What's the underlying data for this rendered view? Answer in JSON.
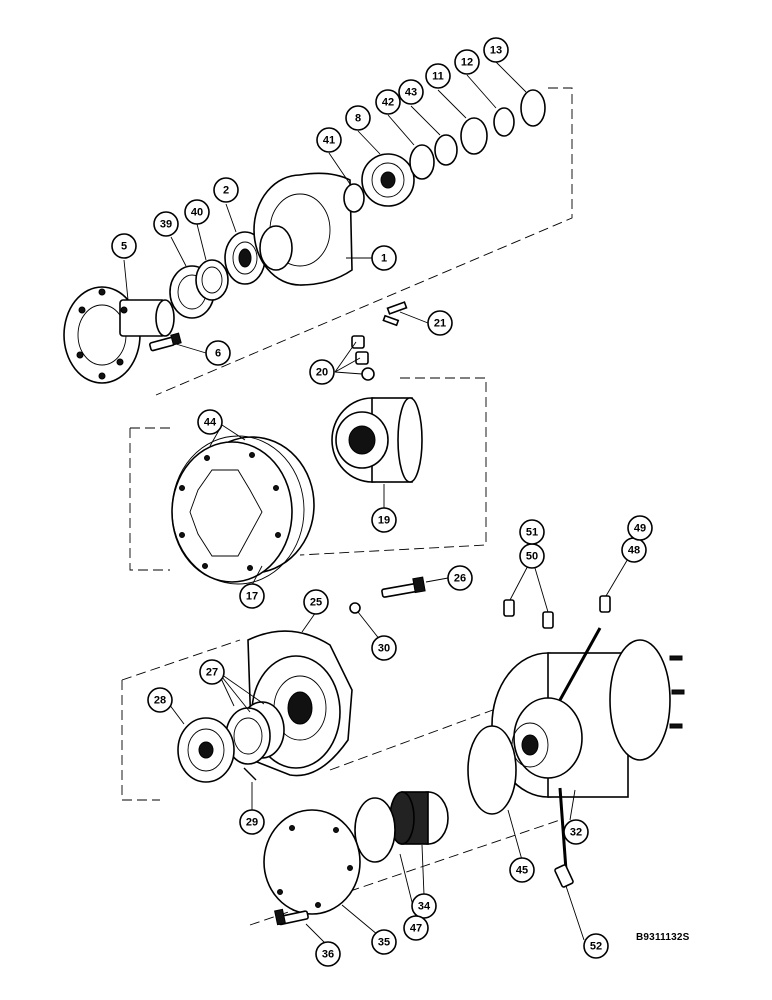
{
  "diagram_id": "B9311132S",
  "callouts": [
    "1",
    "2",
    "5",
    "6",
    "8",
    "11",
    "12",
    "13",
    "17",
    "19",
    "20",
    "21",
    "25",
    "26",
    "27",
    "28",
    "29",
    "30",
    "32",
    "34",
    "35",
    "36",
    "39",
    "40",
    "41",
    "42",
    "43",
    "44",
    "45",
    "47",
    "48",
    "49",
    "50",
    "51",
    "52"
  ]
}
